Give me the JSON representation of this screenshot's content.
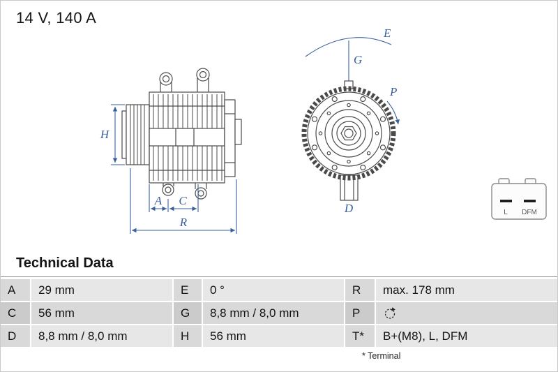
{
  "header": {
    "rating": "14 V, 140 A"
  },
  "drawing": {
    "labels": {
      "H": "H",
      "A": "A",
      "C": "C",
      "R": "R",
      "E": "E",
      "G": "G",
      "P": "P",
      "D": "D"
    },
    "connector": {
      "pin1": "L",
      "pin2": "DFM"
    }
  },
  "table": {
    "title": "Technical Data",
    "rows": [
      {
        "cells": [
          {
            "key": "A",
            "value": "29 mm"
          },
          {
            "key": "E",
            "value": "0 °"
          },
          {
            "key": "R",
            "value": "max. 178 mm"
          }
        ]
      },
      {
        "cells": [
          {
            "key": "C",
            "value": "56 mm"
          },
          {
            "key": "G",
            "value": "8,8 mm / 8,0 mm"
          },
          {
            "key": "P",
            "value": "",
            "icon": "rotation-direction-icon"
          }
        ]
      },
      {
        "cells": [
          {
            "key": "D",
            "value": "8,8 mm / 8,0 mm"
          },
          {
            "key": "H",
            "value": "56 mm"
          },
          {
            "key": "T*",
            "value": "B+(M8), L, DFM"
          }
        ]
      }
    ],
    "footnote": "* Terminal"
  },
  "colors": {
    "dimension_accent": "#3A5F9E",
    "drawing_line": "#4A4A4A",
    "table_row_light": "#E7E7E7",
    "table_row_dark": "#D9D9D9",
    "table_key_light": "#D9D9D9",
    "table_key_dark": "#CBCBCB"
  }
}
